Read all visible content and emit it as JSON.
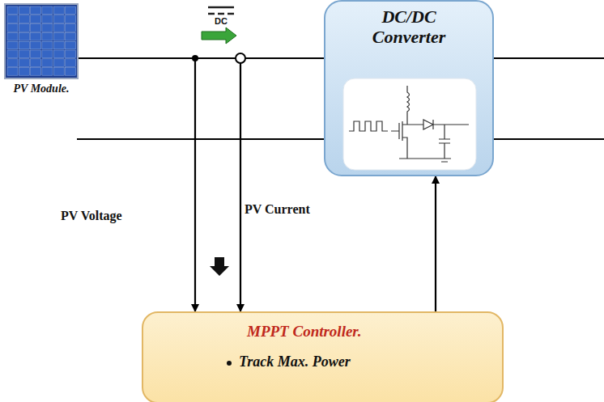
{
  "diagram": {
    "nodes": [
      {
        "text": [
          "PV Module."
        ]
      },
      {
        "text": [
          "DC/DC Converter"
        ]
      },
      {
        "text": [
          "MPPT Controller.",
          "Track Max. Power"
        ]
      }
    ],
    "edges": [
      {
        "from": 0,
        "to": 1,
        "arrow": "none"
      },
      {
        "from": 0,
        "to": 1,
        "arrow": "none"
      },
      {
        "from": 0,
        "to": 2,
        "arrow": "to",
        "label": "PV Voltage"
      },
      {
        "from": 0,
        "to": 2,
        "arrow": "to",
        "label": "PV Current"
      },
      {
        "from": 2,
        "to": 1,
        "arrow": "to"
      }
    ],
    "labels": [
      "DC"
    ]
  }
}
